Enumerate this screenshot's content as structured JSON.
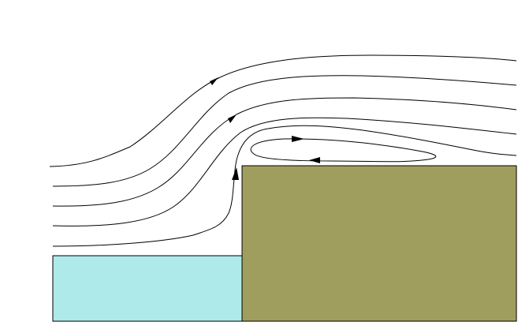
{
  "diagram": {
    "colors": {
      "background": "#ffffff",
      "streamline": "#000000",
      "water_region": "#aeeaea",
      "terrain_block": "#a09e5e",
      "outline": "#000000"
    },
    "elements": {
      "streamlines": 5,
      "recirculation_loop": 1,
      "arrowheads": 5
    }
  }
}
